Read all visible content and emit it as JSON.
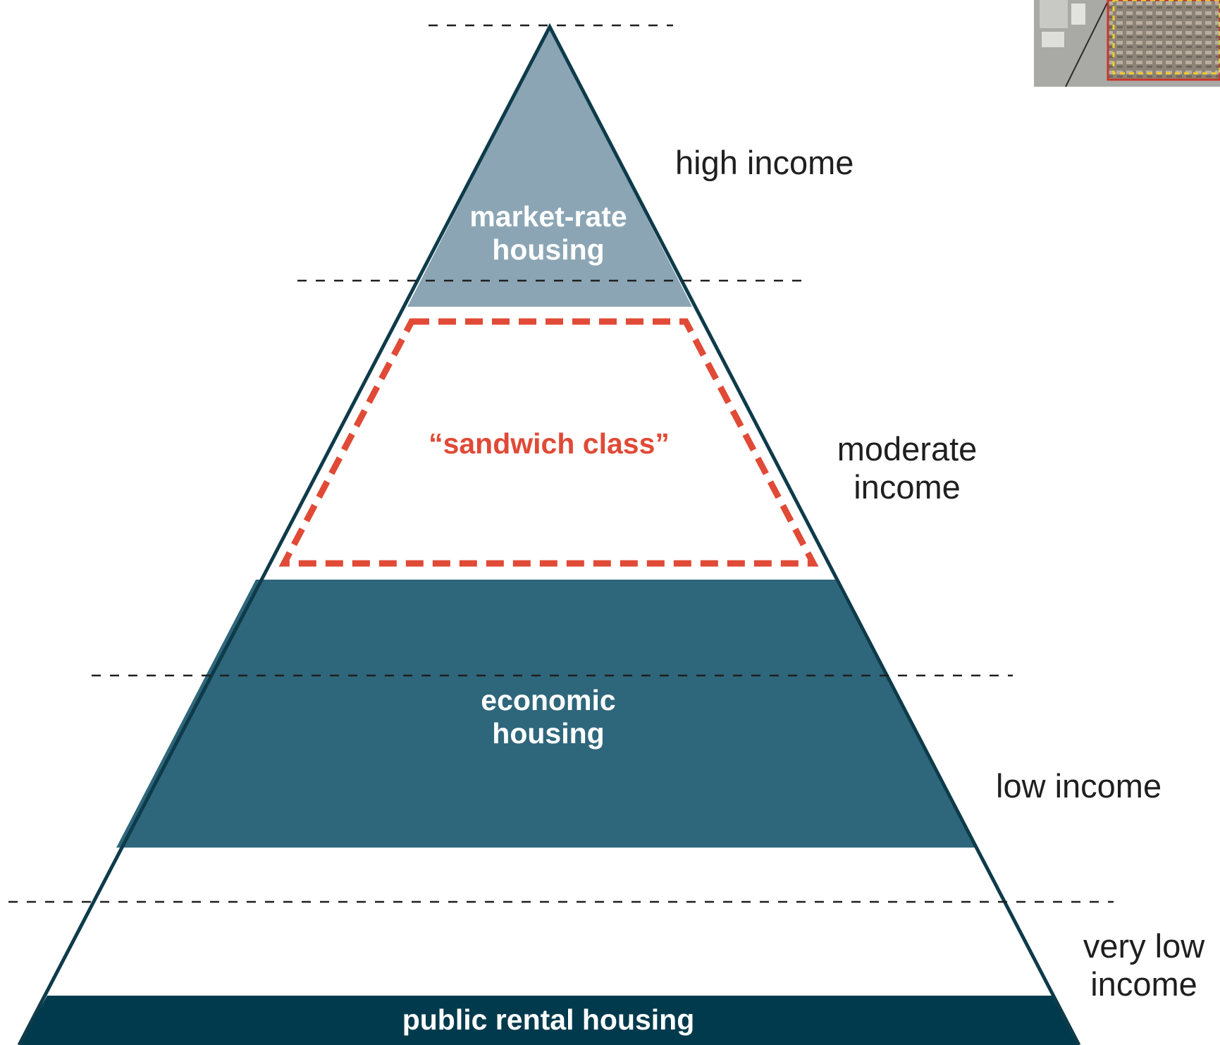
{
  "colors": {
    "market_rate": "#8ba5b4",
    "economic": "#2e677b",
    "public_rental": "#003a4c",
    "outline": "#0e3b4a",
    "sandwich": "#e04a36",
    "divider": "#1f1f1f",
    "text": "#1f1f1f"
  },
  "pyramid": {
    "market_rate": {
      "line1": "market-rate",
      "line2": "housing"
    },
    "sandwich_class": "“sandwich class”",
    "economic": {
      "line1": "economic",
      "line2": "housing"
    },
    "public_rental": "public rental housing"
  },
  "income_levels": {
    "high": "high income",
    "moderate": {
      "line1": "moderate",
      "line2": "income"
    },
    "low": "low income",
    "very_low": {
      "line1": "very low",
      "line2": "income"
    }
  },
  "inset_image": "aerial-map-thumbnail"
}
